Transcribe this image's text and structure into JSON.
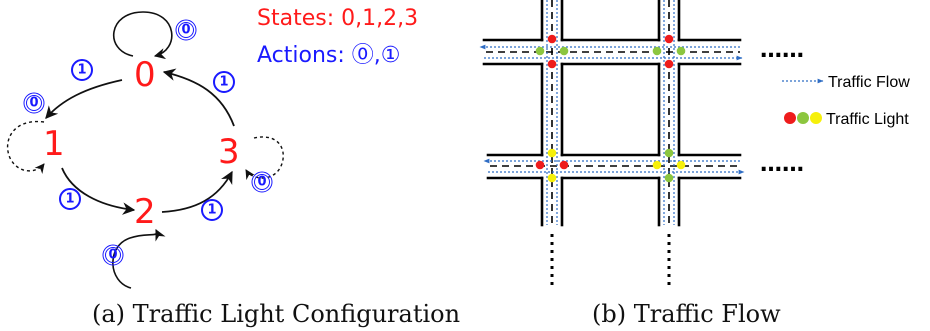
{
  "panel_a": {
    "states_text": "States: 0,1,2,3",
    "actions_text": "Actions: ⓪,①",
    "state_labels": [
      "0",
      "1",
      "2",
      "3"
    ],
    "action_labels": [
      "0",
      "1"
    ],
    "caption": "(a) Traffic Light Configuration"
  },
  "panel_b": {
    "legend_flow": "Traffic Flow",
    "legend_light": "Traffic Light",
    "ellipsis": "……",
    "caption": "(b) Traffic Flow"
  },
  "colors": {
    "state": "#ff1a1a",
    "action": "#1a1aff",
    "red_light": "#ee1c1c",
    "green_light": "#8cc63f",
    "yellow_light": "#f6f00a",
    "flow": "#2f6dc4"
  }
}
